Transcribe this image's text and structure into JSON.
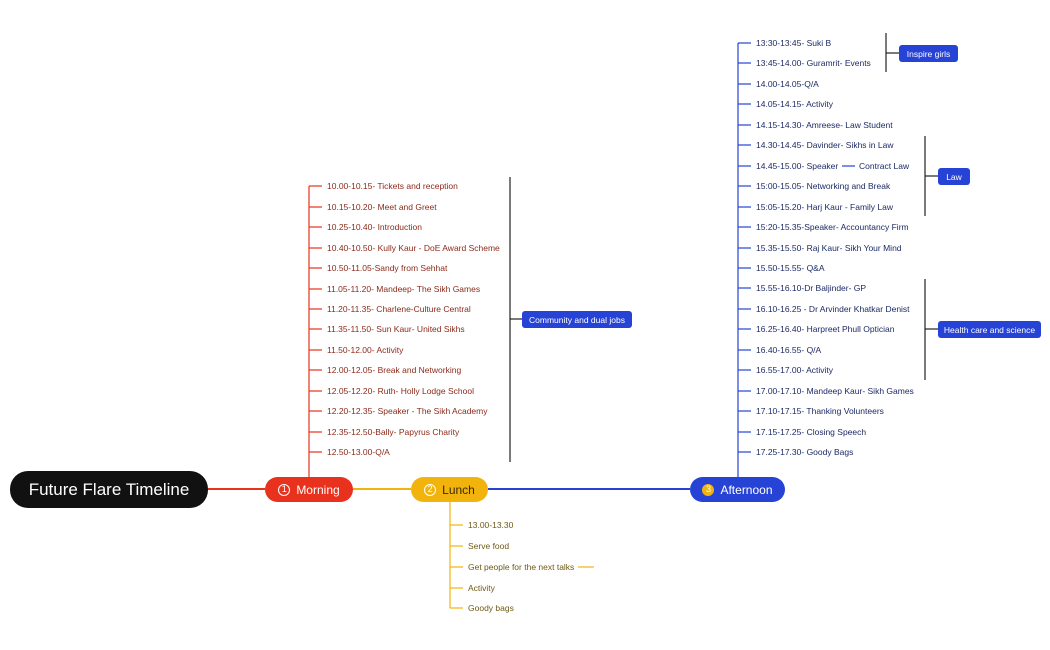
{
  "title": "Future Flare Timeline",
  "colors": {
    "morning": "#e8321d",
    "lunch": "#f2b40c",
    "afternoon": "#2743d6",
    "root": "#111111"
  },
  "morning": {
    "label": "Morning",
    "number": "1",
    "items": [
      "10.00-10.15- Tickets and reception",
      "10.15-10.20- Meet and Greet",
      "10.25-10.40- Introduction",
      "10.40-10.50- Kully Kaur - DoE Award Scheme",
      "10.50-11.05-Sandy from Sehhat",
      "11.05-11.20- Mandeep- The Sikh Games",
      "11.20-11.35- Charlene-Culture Central",
      "11.35-11.50- Sun Kaur- United Sikhs",
      "11.50-12.00- Activity",
      "12.00-12.05- Break and Networking",
      "12.05-12.20- Ruth- Holly Lodge School",
      "12.20-12.35- Speaker - The Sikh Academy",
      "12.35-12.50-Bally-  Papyrus Charity",
      "12.50-13.00-Q/A"
    ],
    "group": "Community and dual jobs"
  },
  "lunch": {
    "label": "Lunch",
    "number": "2",
    "items": [
      "13.00-13.30",
      "Serve food",
      "Get people for the next talks",
      "Activity",
      "Goody bags"
    ]
  },
  "afternoon": {
    "label": "Afternoon",
    "number": "3",
    "items": [
      "13:30-13:45- Suki B",
      "13:45-14.00- Guramrit- Events",
      "14.00-14.05-Q/A",
      "14.05-14.15- Activity",
      "14.15-14.30- Amreese- Law Student",
      "14.30-14.45- Davinder- Sikhs in Law",
      "14.45-15.00- Speaker",
      "15:00-15.05- Networking and Break",
      "15:05-15.20- Harj Kaur - Family Law",
      "15:20-15.35-Speaker- Accountancy Firm",
      "15.35-15.50- Raj Kaur- Sikh Your Mind",
      "15.50-15.55- Q&A",
      "15.55-16.10-Dr Baljinder- GP",
      "16.10-16.25 - Dr Arvinder Khatkar Denist",
      "16.25-16.40- Harpreet Phull Optician",
      "16.40-16.55- Q/A",
      "16.55-17.00- Activity",
      "17.00-17.10- Mandeep Kaur- Sikh Games",
      "17.10-17.15- Thanking Volunteers",
      "17.15-17.25- Closing Speech",
      "17.25-17.30- Goody Bags"
    ],
    "speaker_note": "Contract Law",
    "groups": [
      "Inspire girls",
      "Law",
      "Health care and science"
    ]
  }
}
